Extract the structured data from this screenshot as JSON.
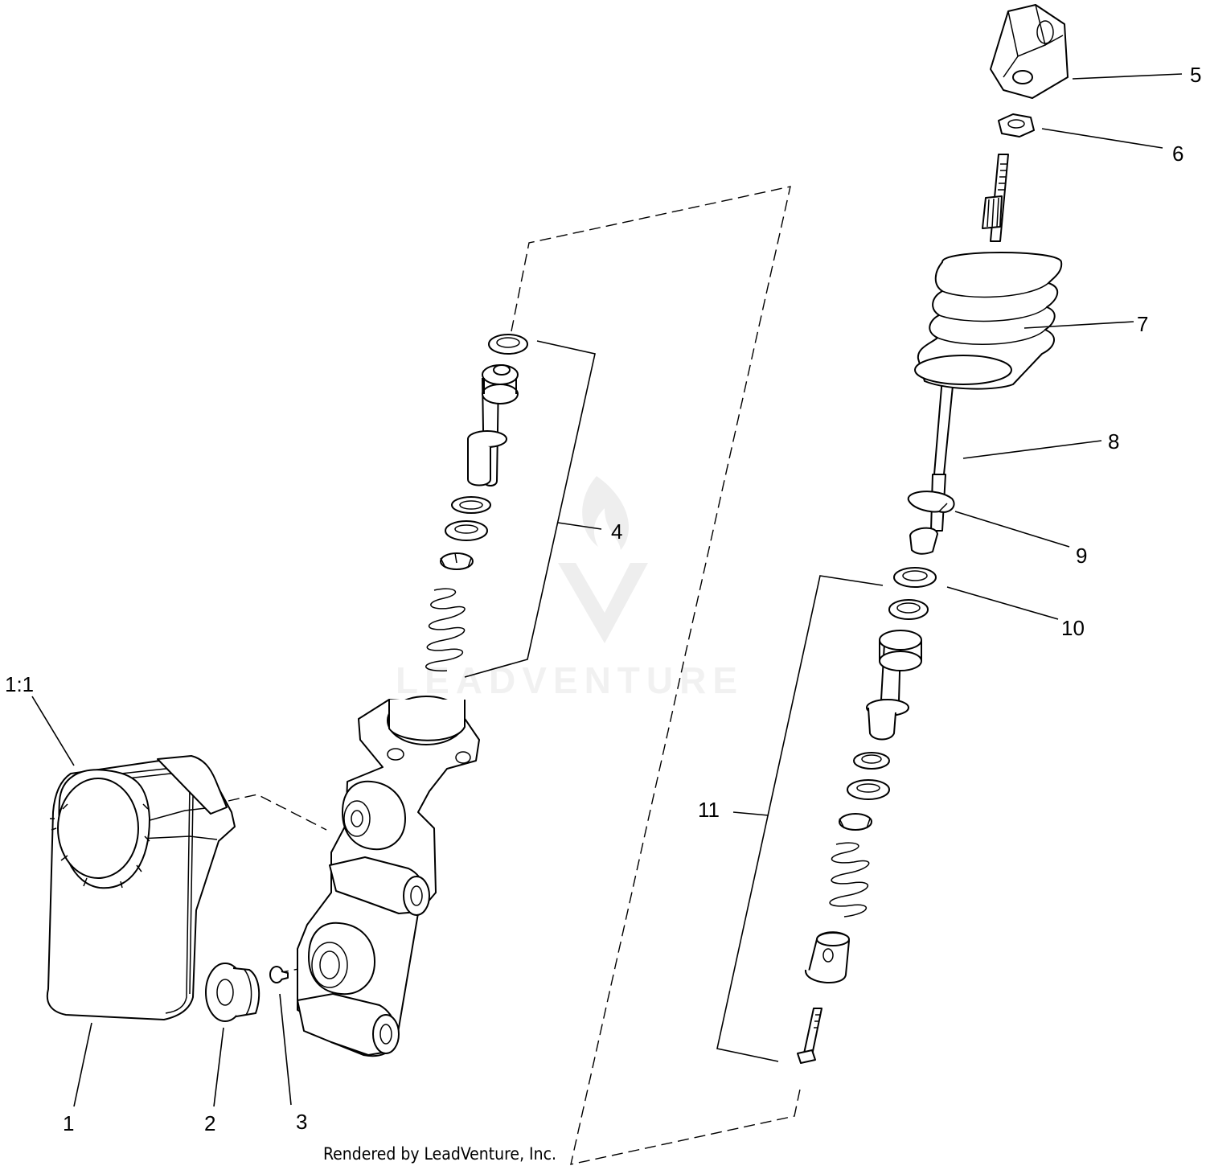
{
  "diagram": {
    "callouts": {
      "c1_1": "1:1",
      "c1": "1",
      "c2": "2",
      "c3": "3",
      "c4": "4",
      "c5": "5",
      "c6": "6",
      "c7": "7",
      "c8": "8",
      "c9": "9",
      "c10": "10",
      "c11": "11"
    },
    "watermark": "LEADVENTURE",
    "credit": "Rendered by LeadVenture, Inc."
  },
  "colors": {
    "line": "#000000",
    "background": "#ffffff",
    "watermark": "#d9d9d9"
  }
}
